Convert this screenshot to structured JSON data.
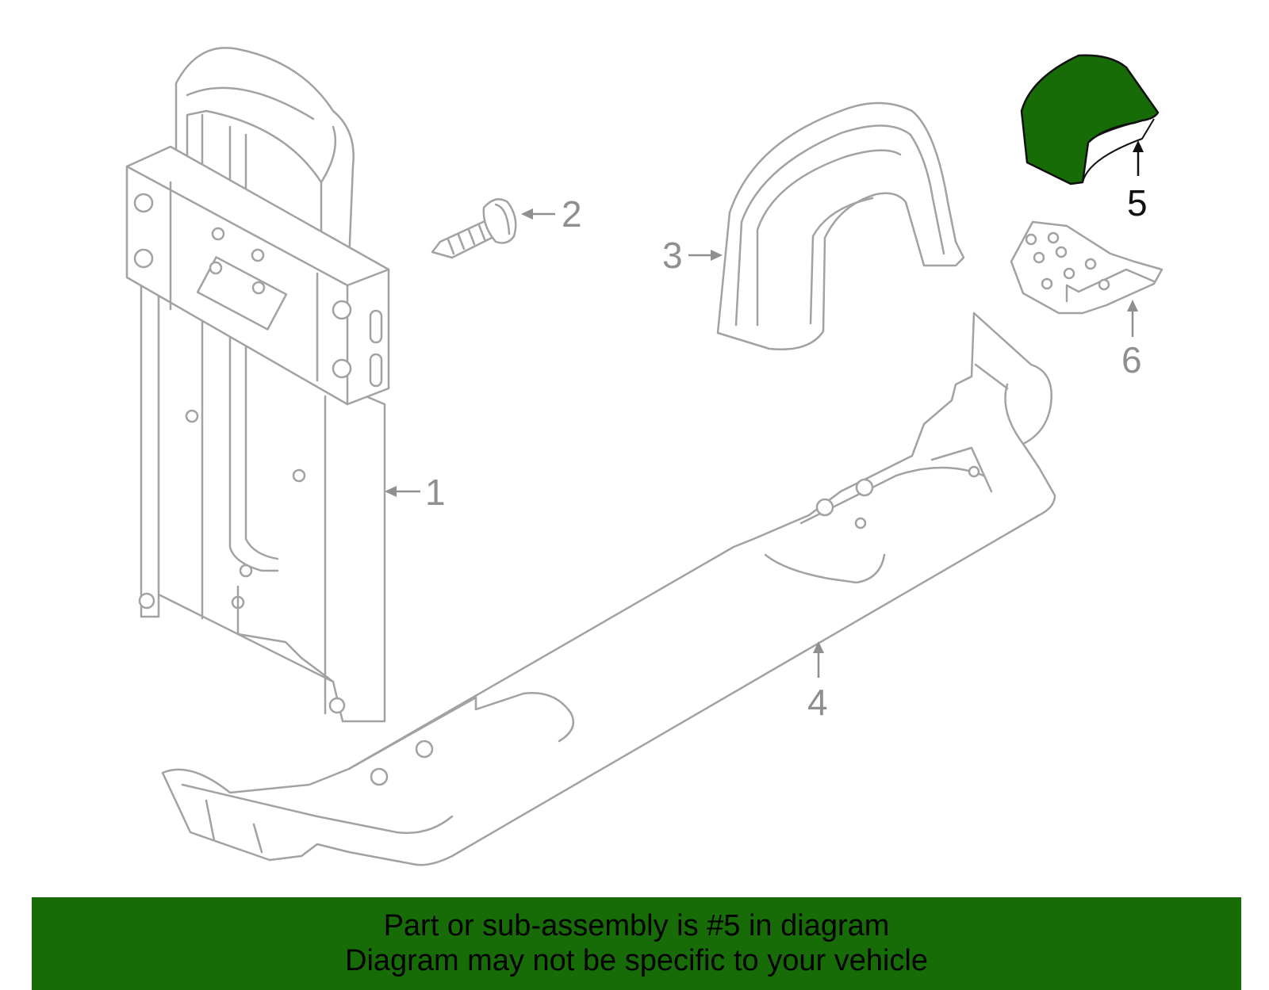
{
  "diagram": {
    "callouts": [
      {
        "id": "1",
        "text": "1"
      },
      {
        "id": "2",
        "text": "2"
      },
      {
        "id": "3",
        "text": "3"
      },
      {
        "id": "4",
        "text": "4"
      },
      {
        "id": "5",
        "text": "5"
      },
      {
        "id": "6",
        "text": "6"
      }
    ],
    "highlighted_part": "5",
    "colors": {
      "highlight_fill": "#176c08",
      "outline": "#a2a2a2",
      "banner_bg": "#176c08"
    }
  },
  "banner": {
    "line1": "Part or sub-assembly is #5 in diagram",
    "line2": "Diagram may not be specific to your vehicle"
  }
}
